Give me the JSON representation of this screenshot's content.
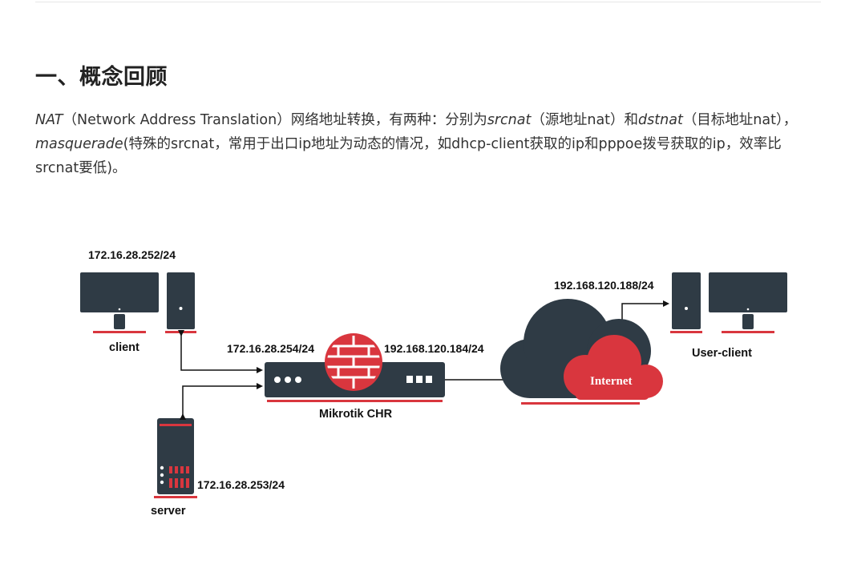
{
  "section": {
    "heading": "一、概念回顾"
  },
  "paragraph": {
    "nat": "NAT",
    "t1": "（Network Address Translation）网络地址转换，有两种：分别为",
    "srcnat": "srcnat",
    "t2": "（源地址nat）和",
    "dstnat": "dstnat",
    "t3": "（目标地址nat），",
    "masquerade": "masquerade",
    "t4": "(特殊的srcnat，常用于出口ip地址为动态的情况，如dhcp-client获取的ip和pppoe拨号获取的ip，效率比srcnat要低)。"
  },
  "diagram": {
    "client_ip": "172.16.28.252/24",
    "client_label": "client",
    "router_lan_ip": "172.16.28.254/24",
    "router_wan_ip": "192.168.120.184/24",
    "router_label": "Mikrotik CHR",
    "server_ip": "172.16.28.253/24",
    "server_label": "server",
    "internet_label": "Internet",
    "user_client_ip": "192.168.120.188/24",
    "user_client_label": "User-client",
    "colors": {
      "device": "#2f3b45",
      "accent": "#d9363e",
      "line": "#111111"
    }
  }
}
